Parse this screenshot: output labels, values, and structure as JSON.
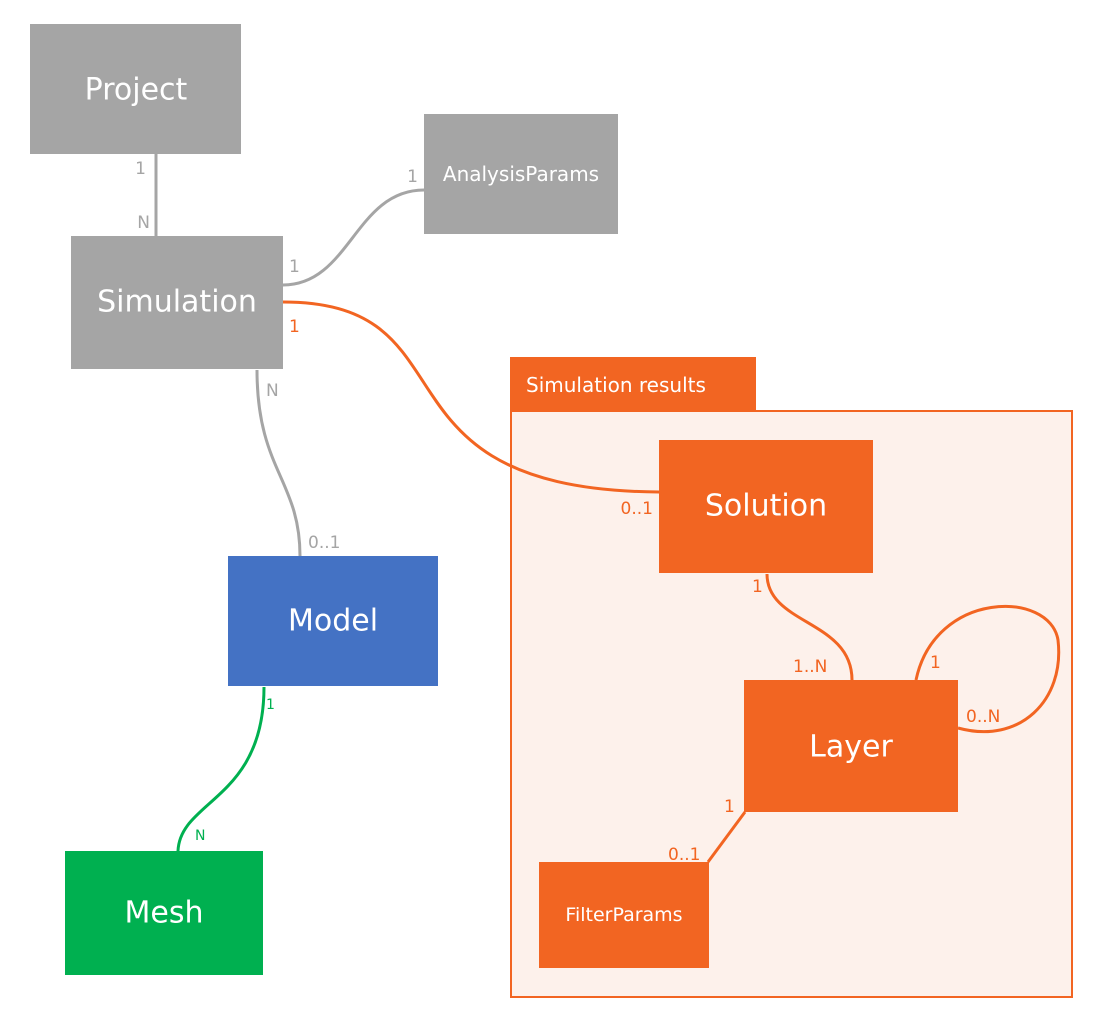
{
  "colors": {
    "gray": "#a5a5a5",
    "orange": "#f26522",
    "blue": "#4472c4",
    "green": "#00b050",
    "group_fill": "#fdf1eb"
  },
  "group": {
    "title": "Simulation results"
  },
  "nodes": {
    "project": {
      "label": "Project"
    },
    "analysis_params": {
      "label": "AnalysisParams"
    },
    "simulation": {
      "label": "Simulation"
    },
    "model": {
      "label": "Model"
    },
    "mesh": {
      "label": "Mesh"
    },
    "solution": {
      "label": "Solution"
    },
    "layer": {
      "label": "Layer"
    },
    "filter_params": {
      "label": "FilterParams"
    }
  },
  "relations": [
    {
      "id": "project-simulation",
      "from": "Project",
      "to": "Simulation",
      "from_card": "1",
      "to_card": "N"
    },
    {
      "id": "simulation-analysisparams",
      "from": "Simulation",
      "to": "AnalysisParams",
      "from_card": "1",
      "to_card": "1"
    },
    {
      "id": "simulation-model",
      "from": "Simulation",
      "to": "Model",
      "from_card": "N",
      "to_card": "0..1"
    },
    {
      "id": "simulation-solution",
      "from": "Simulation",
      "to": "Solution",
      "from_card": "1",
      "to_card": "0..1"
    },
    {
      "id": "model-mesh",
      "from": "Model",
      "to": "Mesh",
      "from_card": "1",
      "to_card": "N"
    },
    {
      "id": "solution-layer",
      "from": "Solution",
      "to": "Layer",
      "from_card": "1",
      "to_card": "1..N"
    },
    {
      "id": "layer-self",
      "from": "Layer",
      "to": "Layer",
      "from_card": "1",
      "to_card": "0..N"
    },
    {
      "id": "layer-filterparams",
      "from": "Layer",
      "to": "FilterParams",
      "from_card": "1",
      "to_card": "0..1"
    }
  ]
}
